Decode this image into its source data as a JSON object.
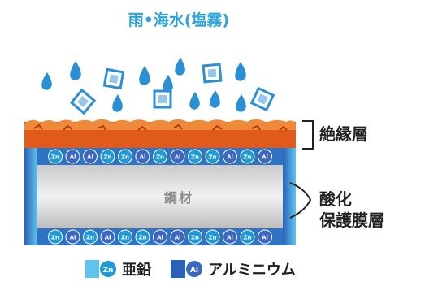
{
  "title": "雨•海水(塩霧)",
  "labels": {
    "insulation": "絶縁層",
    "oxide_line1": "酸化",
    "oxide_line2": "保護膜層",
    "steel": "鋼材"
  },
  "particles": {
    "zn_symbol": "Zn",
    "al_symbol": "Al",
    "top_row": [
      "Zn",
      "Al",
      "Al",
      "Zn",
      "Zn",
      "Al",
      "Zn",
      "Al",
      "Zn",
      "Zn",
      "Al",
      "Zn",
      "Al"
    ],
    "bottom_row": [
      "Zn",
      "Al",
      "Zn",
      "Al",
      "Zn",
      "Zn",
      "Al",
      "Al",
      "Zn",
      "Zn",
      "Al",
      "Zn",
      "Al"
    ]
  },
  "legend": [
    {
      "symbol": "Zn",
      "label": "亜鉛",
      "swatch_color": "#5fc3ec",
      "circle_color": "#1e9bd7"
    },
    {
      "symbol": "Al",
      "label": "アルミニウム",
      "swatch_color": "#2a62b8",
      "circle_color": "#3a66c4"
    }
  ],
  "colors": {
    "title": "#2fa3d8",
    "drop": "#2a8fd3",
    "salt_crystal": "#2a8fd3",
    "insulation_fill": "#e05a1c",
    "insulation_accent": "#ef8a3a",
    "steel_light": "#f0f0f0",
    "steel_dark": "#b8b8b8",
    "oxide_layer": "#2f74c4"
  }
}
